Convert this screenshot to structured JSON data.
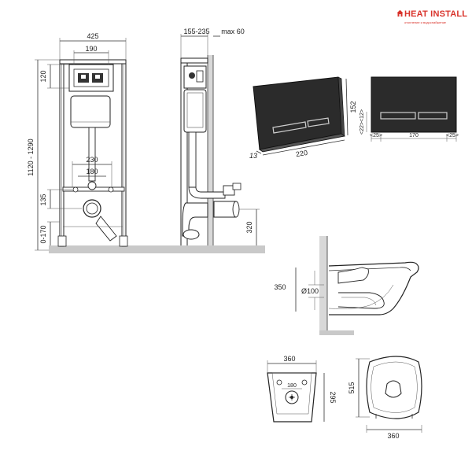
{
  "brand": {
    "name": "HEAT INSTALL",
    "tagline": "отопление и водоснабжение",
    "color": "#d9332b"
  },
  "front_view": {
    "width": "425",
    "top_plate": "190",
    "top_height": "120",
    "total_height": "1120 - 1290",
    "bolt_outer": "230",
    "bolt_inner": "180",
    "drain_height": "135",
    "floor_range": "0-170"
  },
  "side_view": {
    "depth_range": "155-235",
    "depth_max": "max 60",
    "drain_center": "320"
  },
  "flush_plate_angle": {
    "width": "220",
    "height": "152",
    "depth": "13"
  },
  "flush_plate_front": {
    "height_marks": "<22><12>",
    "left_margin": "<25>",
    "button_width": "170",
    "right_margin": "<25>"
  },
  "bowl_side": {
    "height": "350",
    "diameter": "Ø100"
  },
  "bowl_back": {
    "width": "360",
    "height": "295",
    "bolt": "180"
  },
  "bowl_top": {
    "length": "515",
    "width": "360"
  },
  "colors": {
    "plate": "#2b2b2b",
    "button": "#cfcfcf",
    "floor": "#c9c9c9"
  }
}
